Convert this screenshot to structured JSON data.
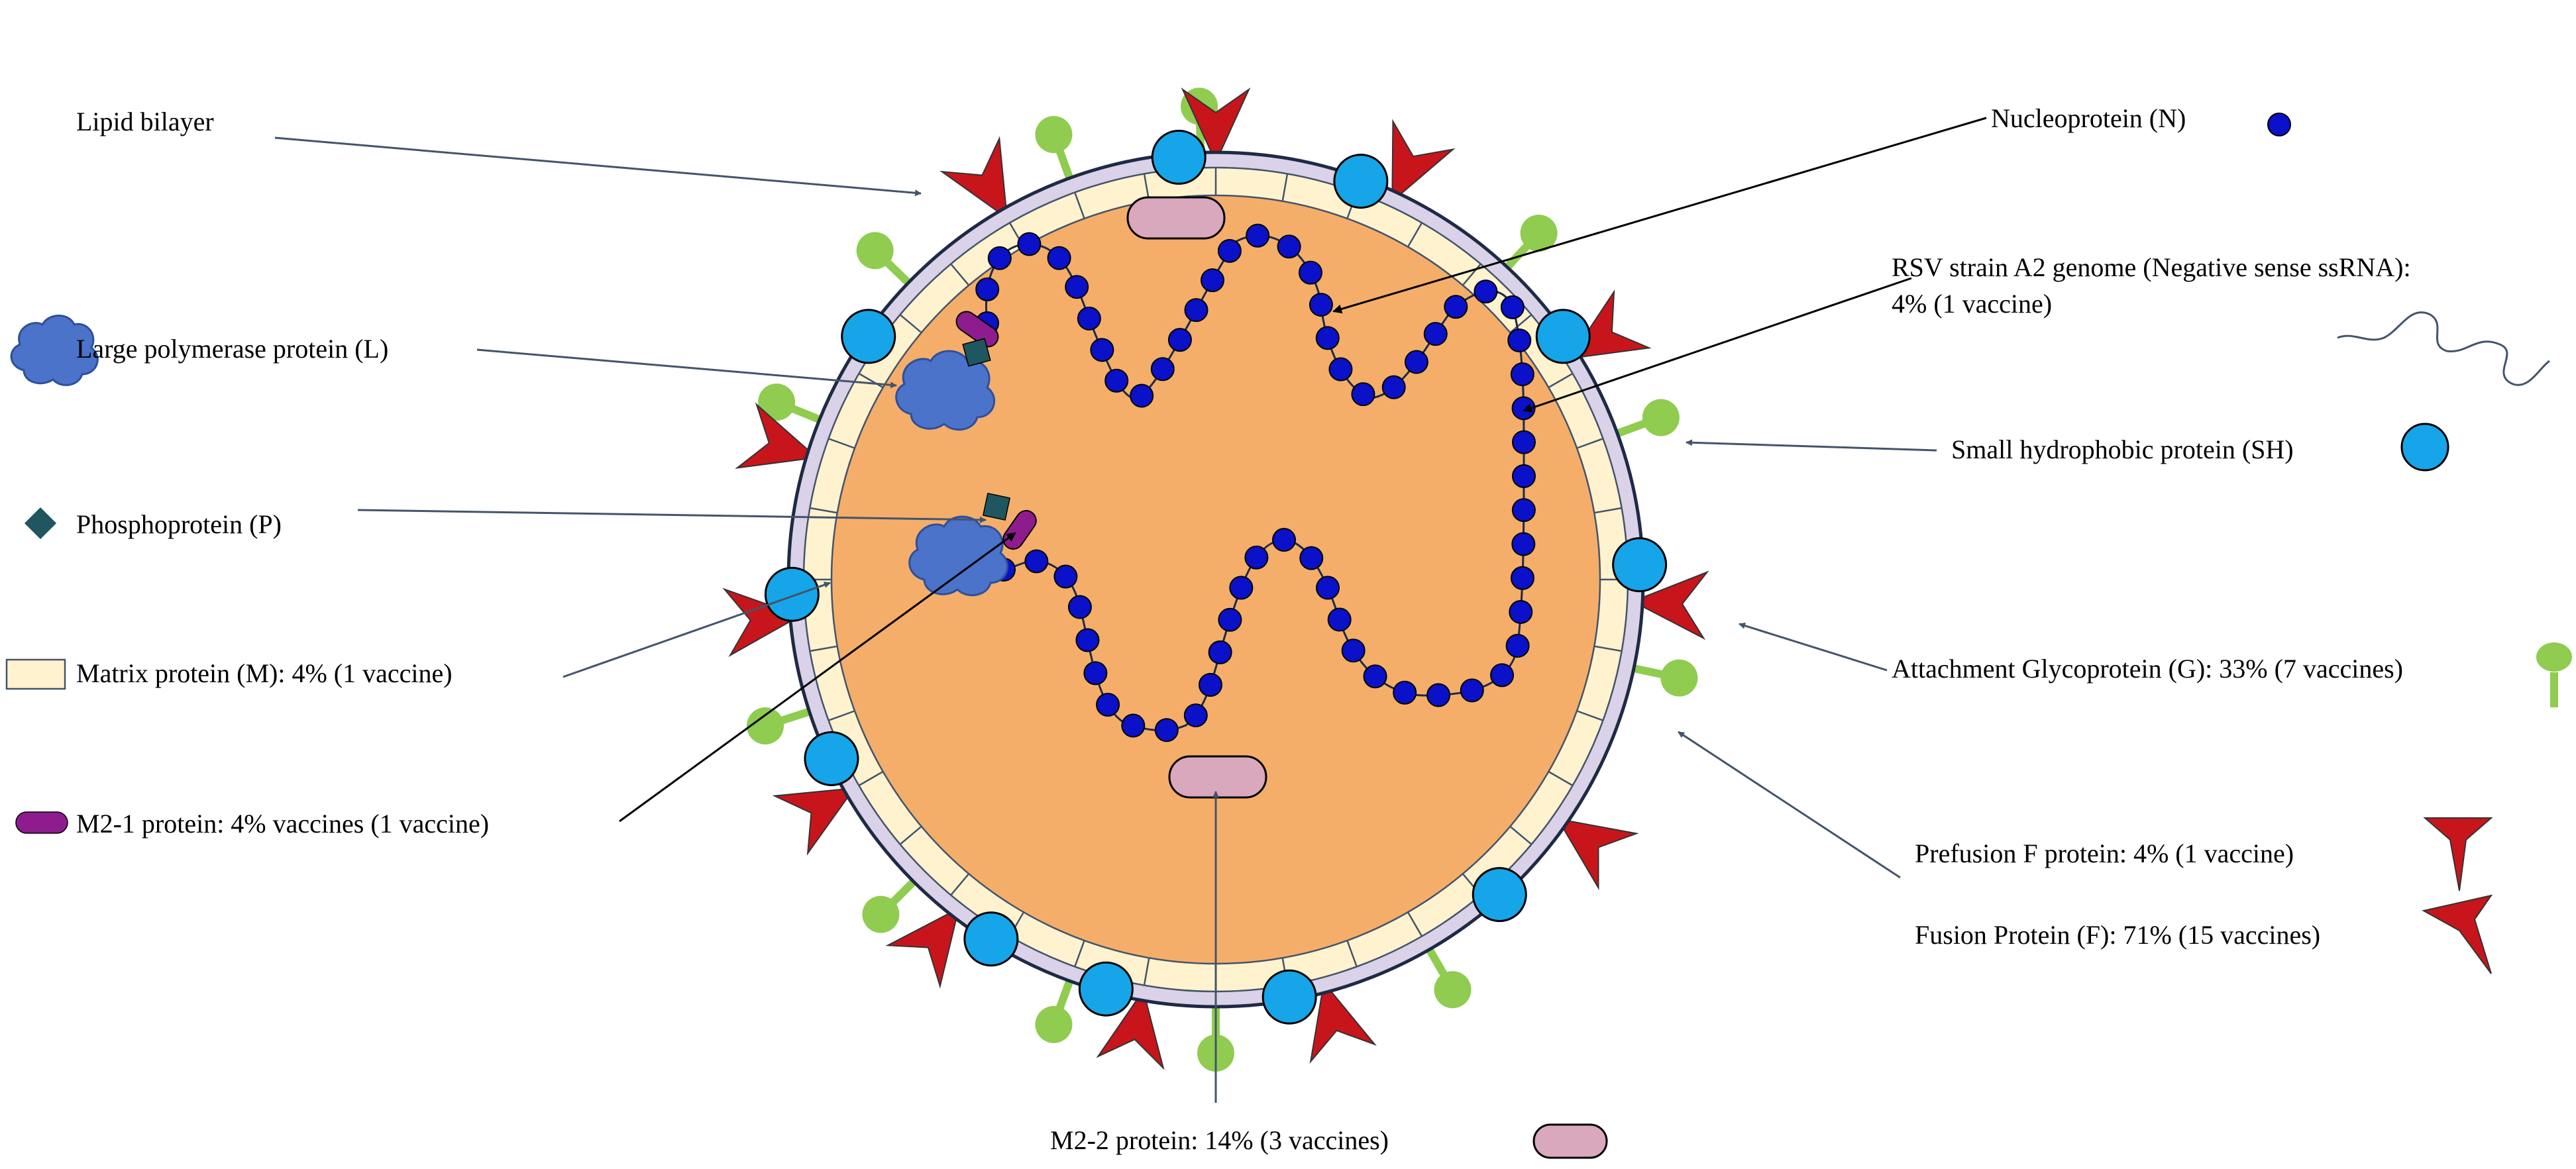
{
  "colors": {
    "envelope_outer": "#d9d2e8",
    "envelope_stroke": "#1f2a44",
    "matrix": "#fff3cf",
    "core": "#f4ae6a",
    "nucleoprotein": "#0b10c9",
    "sh_protein": "#16a5e8",
    "g_protein": "#8fcc4f",
    "f_protein": "#c8151b",
    "polymerase": "#4a73c9",
    "phosphoprotein": "#1f5660",
    "m2_1": "#8e1c8e",
    "m2_2": "#d9a8bd"
  },
  "labels": {
    "lipid": "Lipid bilayer",
    "polymerase": "Large polymerase protein (L)",
    "phospho": "Phosphoprotein (P)",
    "matrix": "Matrix protein (M): 4% (1 vaccine)",
    "m21": "M2-1 protein: 4% vaccines (1 vaccine)",
    "nucleo": "Nucleoprotein (N)",
    "genome_line1": "RSV strain A2 genome (Negative sense ssRNA):",
    "genome_line2": "4% (1 vaccine)",
    "sh": "Small hydrophobic protein (SH)",
    "g": "Attachment Glycoprotein (G): 33% (7 vaccines)",
    "pref": "Prefusion F protein: 4% (1 vaccine)",
    "fusion": "Fusion Protein (F): 71% (15 vaccines)",
    "m22": "M2-2 protein: 14% (3 vaccines)"
  },
  "icons": [
    "lipid-bilayer-icon",
    "polymerase-icon",
    "phosphoprotein-icon",
    "matrix-protein-icon",
    "m2-1-protein-icon",
    "nucleoprotein-icon",
    "rna-genome-icon",
    "sh-protein-icon",
    "g-protein-icon",
    "prefusion-f-icon",
    "fusion-f-icon",
    "m2-2-protein-icon"
  ]
}
